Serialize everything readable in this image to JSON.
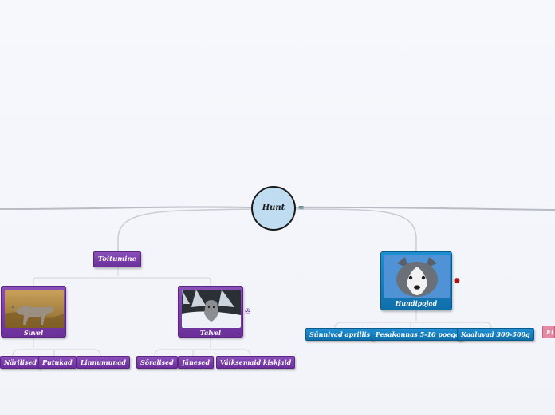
{
  "root": {
    "label": "Hunt"
  },
  "branches": {
    "feeding": {
      "label": "Toitumine",
      "summer": {
        "label": "Suvel",
        "items": [
          "Närilised",
          "Putukad",
          "Linnumunad"
        ]
      },
      "winter": {
        "label": "Talvel",
        "items": [
          "Sõralised",
          "Jänesed",
          "Väiksemaid kiskjaid"
        ]
      }
    },
    "pups": {
      "label": "Hundipojad",
      "items": [
        "Sünnivad aprillis",
        "Pesakonnas 5-10 poega",
        "Kaaluvad 300-500g"
      ]
    },
    "offscreen_right": {
      "label": "Ei ä"
    }
  },
  "colors": {
    "purple": "#6c2f99",
    "blue": "#0f6fab",
    "root_fill": "#bfdcf0",
    "link": "#c5c8cf"
  },
  "icons": {
    "root": "notes-icon",
    "winter": "globe-link-icon",
    "pups": "ladybug-icon"
  }
}
